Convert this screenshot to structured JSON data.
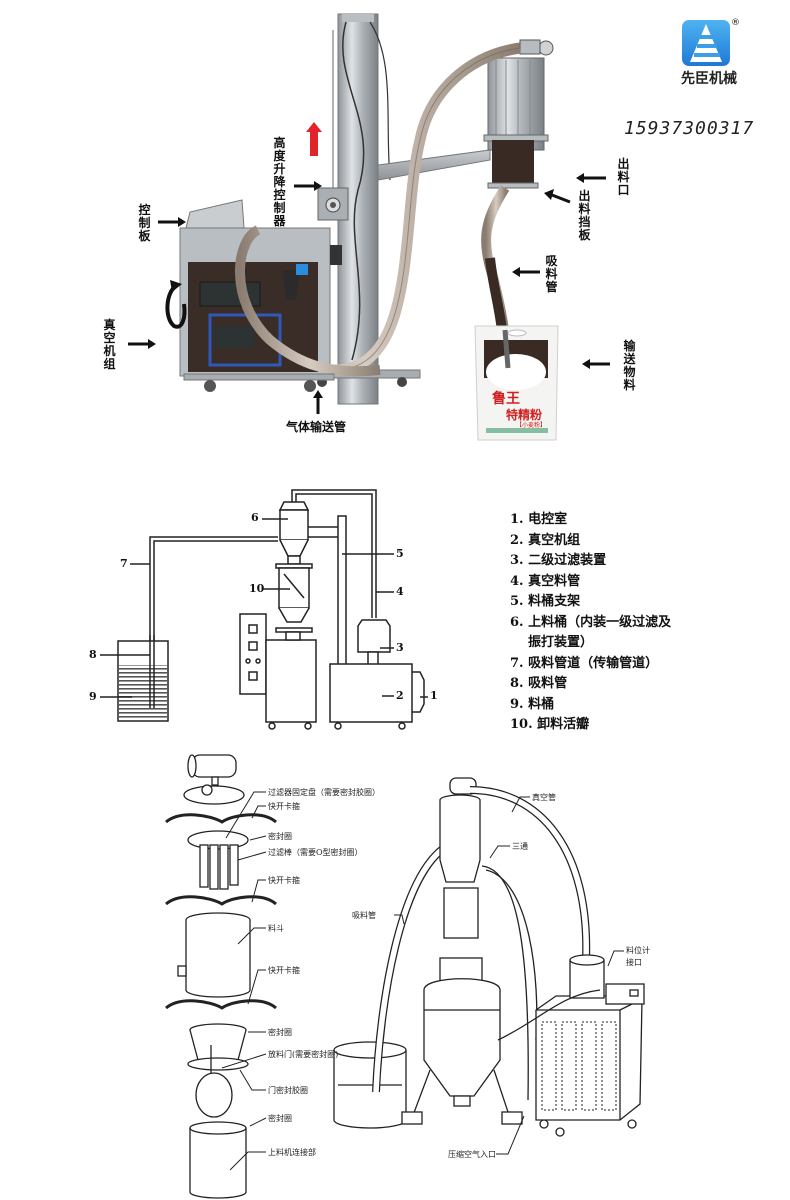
{
  "brand": {
    "name": "先臣机械",
    "registered_mark": "®",
    "phone": "15937300317",
    "logo_color": "#2a8de0"
  },
  "photo_section": {
    "labels": {
      "control_panel": "控制板",
      "height_lift_controller": "高度升降控制器",
      "vacuum_unit": "真空机组",
      "gas_pipe": "气体输送管",
      "outlet": "出料口",
      "outlet_baffle": "出料挡板",
      "suction_pipe": "吸料管",
      "conveyed_material": "输送物料"
    },
    "bag_text": {
      "brand": "鲁王",
      "product": "特精粉",
      "sub": "【小麦粉】"
    },
    "arrow_color": "#e0242a"
  },
  "schematic": {
    "numbers": [
      "1",
      "2",
      "3",
      "4",
      "5",
      "6",
      "7",
      "8",
      "9",
      "10"
    ],
    "legend": [
      "1. 电控室",
      "2. 真空机组",
      "3. 二级过滤装置",
      "4. 真空料管",
      "5. 料桶支架",
      "6. 上料桶（内装一级过滤及",
      "振打装置）",
      "7. 吸料管道（传输管道）",
      "8. 吸料管",
      "9. 料桶",
      "10. 卸料活瓣"
    ]
  },
  "exploded_view": {
    "labels": [
      "过滤器固定盘（需要密封胶圈）",
      "快开卡箍",
      "密封圈",
      "过滤棒（需要O型密封圈）",
      "快开卡箍",
      "料斗",
      "快开卡箍",
      "密封圈",
      "放料门(需要密封圈)",
      "门密封胶圈",
      "密封圈",
      "上料机连接部"
    ]
  },
  "assembly_view": {
    "labels": {
      "vacuum_pipe": "真空管",
      "tee": "三通",
      "suction_pipe": "吸料管",
      "level_sensor_port_1": "料位计",
      "level_sensor_port_2": "接口",
      "compressed_air_inlet": "压缩空气入口"
    }
  }
}
